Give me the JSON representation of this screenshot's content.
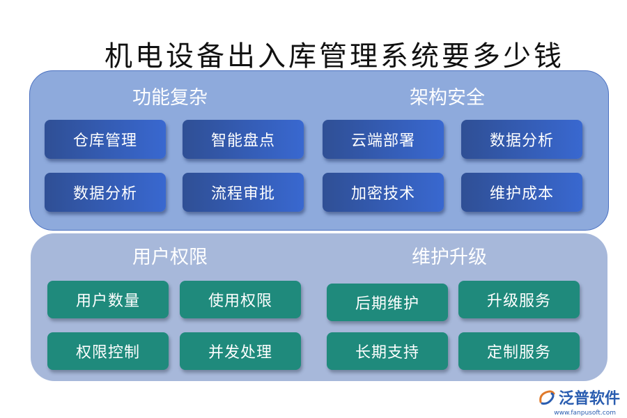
{
  "title": "机电设备出入库管理系统要多少钱",
  "groups": {
    "g1": {
      "title": "功能复杂",
      "items": [
        "仓库管理",
        "智能盘点",
        "数据分析",
        "流程审批"
      ]
    },
    "g2": {
      "title": "架构安全",
      "items": [
        "云端部署",
        "数据分析",
        "加密技术",
        "维护成本"
      ]
    },
    "g3": {
      "title": "用户权限",
      "items": [
        "用户数量",
        "使用权限",
        "权限控制",
        "并发处理"
      ]
    },
    "g4": {
      "title": "维护升级",
      "items": [
        "后期维护",
        "升级服务",
        "长期支持",
        "定制服务"
      ]
    }
  },
  "logo": {
    "name": "泛普软件",
    "url": "www.fanpusoft.com"
  },
  "colors": {
    "top_panel": "#8eaadc",
    "bottom_panel": "#a7b8da",
    "blue_box": "#3968d0",
    "teal_box": "#1f8a7c"
  }
}
